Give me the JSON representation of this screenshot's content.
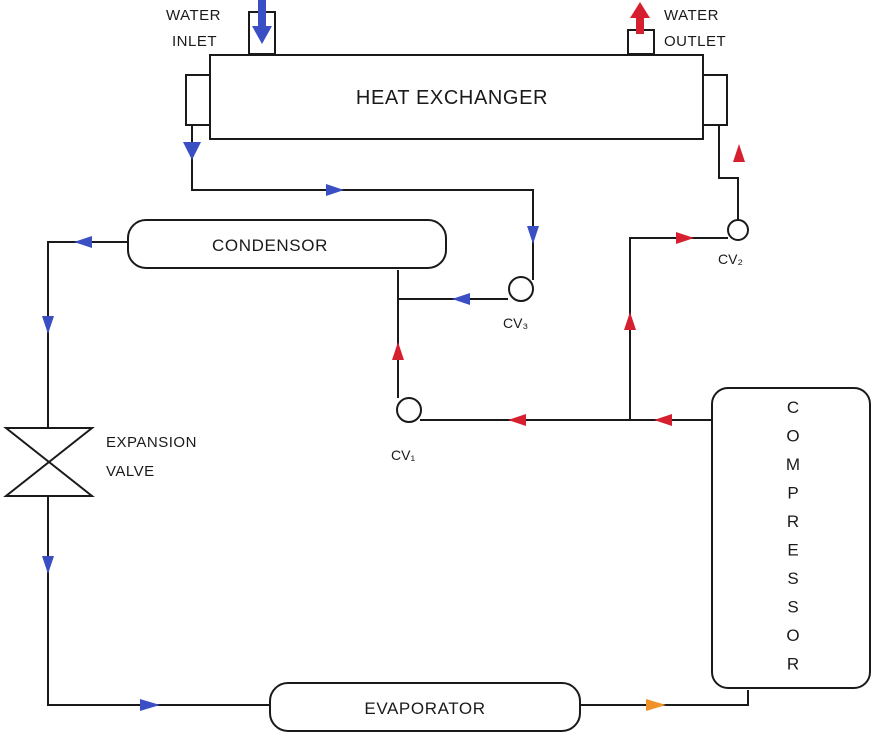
{
  "labels": {
    "water_inlet_1": "WATER",
    "water_inlet_2": "INLET",
    "water_outlet_1": "WATER",
    "water_outlet_2": "OUTLET",
    "heat_exchanger": "HEAT EXCHANGER",
    "condensor": "CONDENSOR",
    "evaporator": "EVAPORATOR",
    "expansion_valve_1": "EXPANSION",
    "expansion_valve_2": "VALVE",
    "cv1": "CV₁",
    "cv2": "CV₂",
    "cv3": "CV₃",
    "compressor_letters": [
      "C",
      "O",
      "M",
      "P",
      "R",
      "E",
      "S",
      "S",
      "O",
      "R"
    ]
  },
  "colors": {
    "cold_flow": "#3b4fc4",
    "hot_flow": "#d62030",
    "mixed_flow": "#f0912a",
    "line": "#1a1a1a"
  }
}
